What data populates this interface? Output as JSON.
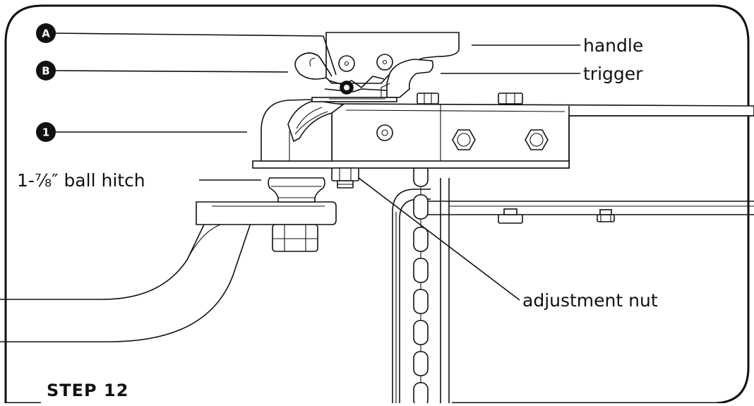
{
  "colors": {
    "ink": "#111111",
    "background": "#ffffff"
  },
  "badges": [
    {
      "id": "a",
      "text": "A"
    },
    {
      "id": "b",
      "text": "B"
    },
    {
      "id": "1",
      "text": "1"
    }
  ],
  "labels": {
    "handle": "handle",
    "trigger": "trigger",
    "ball_hitch": "1-⅞″ ball hitch",
    "adjustment_nut": "adjustment nut"
  },
  "step": {
    "title": "STEP 12"
  }
}
